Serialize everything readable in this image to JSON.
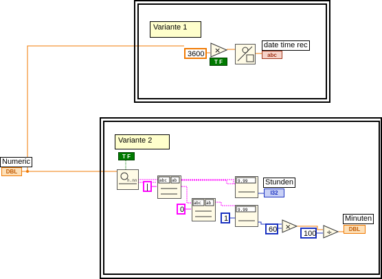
{
  "front": {
    "numeric_label": "Numeric",
    "numeric_type": "DBL"
  },
  "variant1": {
    "label": "Variante 1",
    "constant": "3600",
    "bool_const": "T F",
    "indicator_label": "date time rec",
    "indicator_type": "abc"
  },
  "variant2": {
    "label": "Variante 2",
    "bool_const": "T F",
    "sep1": "|",
    "sep2": "0",
    "index": "1",
    "const60": "60",
    "const100": "100",
    "stunden_label": "Stunden",
    "stunden_type": "I32",
    "minuten_label": "Minuten",
    "minuten_type": "DBL"
  },
  "colors": {
    "orange_wire": "#f07800",
    "pink_wire": "#ff00ff",
    "blue_wire": "#1830c0",
    "green_bool": "#007a00"
  }
}
